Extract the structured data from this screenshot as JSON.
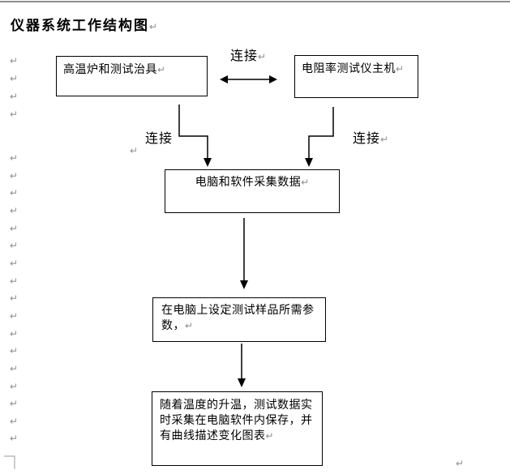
{
  "title": {
    "text": "仪器系统工作结构图"
  },
  "marks": {
    "pilcrow": "↵"
  },
  "flowchart": {
    "boxes": {
      "furnace": "高温炉和测试治具",
      "host": "电阻率测试仪主机",
      "acquire": "电脑和软件采集数据",
      "params": "在电脑上设定测试样品所需参数，",
      "record": "随着温度的升温，测试数据实时采集在电脑软件内保存，并有曲线描述变化图表"
    },
    "labels": {
      "connect_top": "连接",
      "connect_left": "连接",
      "connect_right": "连接"
    },
    "edges": [
      {
        "from": "furnace",
        "to": "host",
        "type": "bidirectional",
        "label": "连接"
      },
      {
        "from": "furnace",
        "to": "acquire",
        "type": "arrow",
        "label": "连接"
      },
      {
        "from": "host",
        "to": "acquire",
        "type": "arrow",
        "label": "连接"
      },
      {
        "from": "acquire",
        "to": "params",
        "type": "arrow"
      },
      {
        "from": "params",
        "to": "record",
        "type": "arrow"
      }
    ]
  },
  "colors": {
    "line": "#000000",
    "text": "#000000",
    "formatting_mark": "#8e8e8e",
    "page_edge": "#8d8d8d"
  }
}
